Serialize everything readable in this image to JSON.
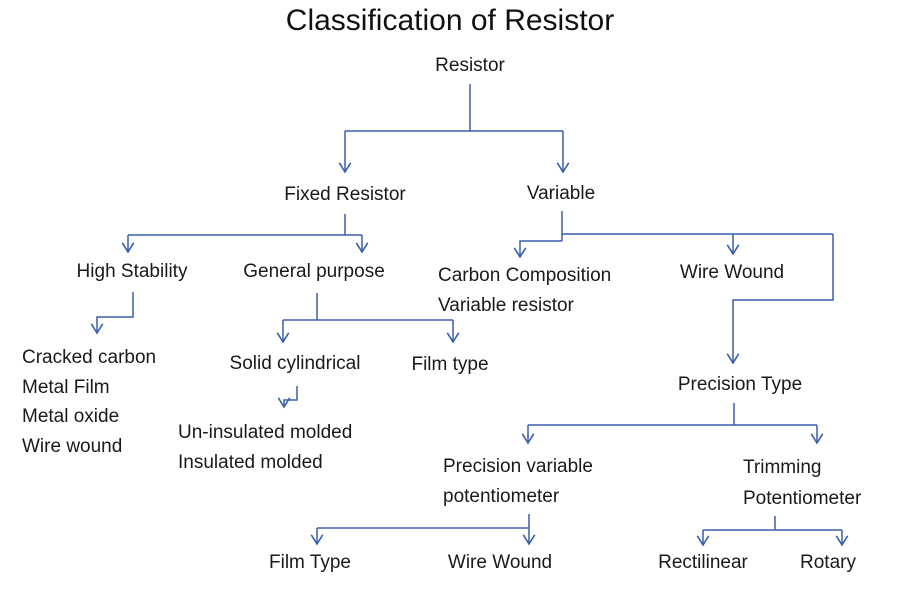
{
  "title": "Classification of Resistor",
  "colors": {
    "connector": "#3a5fab",
    "text": "#1a1a1a",
    "background": "#ffffff"
  },
  "nodes": {
    "resistor": {
      "label": "Resistor"
    },
    "fixed_resistor": {
      "label": "Fixed Resistor"
    },
    "variable": {
      "label": "Variable"
    },
    "high_stability": {
      "label": "High Stability"
    },
    "general_purpose": {
      "label": "General purpose"
    },
    "carbon_composition": {
      "line1": "Carbon Composition",
      "line2": "Variable resistor"
    },
    "wire_wound_variable": {
      "label": "Wire Wound"
    },
    "high_stability_types": {
      "line1": "Cracked carbon",
      "line2": "Metal Film",
      "line3": "Metal oxide",
      "line4": "Wire wound"
    },
    "solid_cylindrical": {
      "label": "Solid cylindrical"
    },
    "film_type_general": {
      "label": "Film type"
    },
    "molded_types": {
      "line1": "Un-insulated molded",
      "line2": "Insulated molded"
    },
    "precision_type": {
      "label": "Precision Type"
    },
    "precision_variable_potentiometer": {
      "line1": "Precision variable",
      "line2": "potentiometer"
    },
    "trimming_potentiometer": {
      "line1": "Trimming",
      "line2": "Potentiometer"
    },
    "film_type_precision": {
      "label": "Film Type"
    },
    "wire_wound_precision": {
      "label": "Wire Wound"
    },
    "rectilinear": {
      "label": "Rectilinear"
    },
    "rotary": {
      "label": "Rotary"
    }
  },
  "edges": [
    {
      "from": "resistor",
      "to": "fixed_resistor"
    },
    {
      "from": "resistor",
      "to": "variable"
    },
    {
      "from": "fixed_resistor",
      "to": "high_stability"
    },
    {
      "from": "fixed_resistor",
      "to": "general_purpose"
    },
    {
      "from": "high_stability",
      "to": "high_stability_types"
    },
    {
      "from": "general_purpose",
      "to": "solid_cylindrical"
    },
    {
      "from": "general_purpose",
      "to": "film_type_general"
    },
    {
      "from": "solid_cylindrical",
      "to": "molded_types"
    },
    {
      "from": "variable",
      "to": "carbon_composition"
    },
    {
      "from": "variable",
      "to": "wire_wound_variable"
    },
    {
      "from": "wire_wound_variable",
      "to": "precision_type"
    },
    {
      "from": "precision_type",
      "to": "precision_variable_potentiometer"
    },
    {
      "from": "precision_type",
      "to": "trimming_potentiometer"
    },
    {
      "from": "precision_variable_potentiometer",
      "to": "film_type_precision"
    },
    {
      "from": "precision_variable_potentiometer",
      "to": "wire_wound_precision"
    },
    {
      "from": "trimming_potentiometer",
      "to": "rectilinear"
    },
    {
      "from": "trimming_potentiometer",
      "to": "rotary"
    }
  ]
}
